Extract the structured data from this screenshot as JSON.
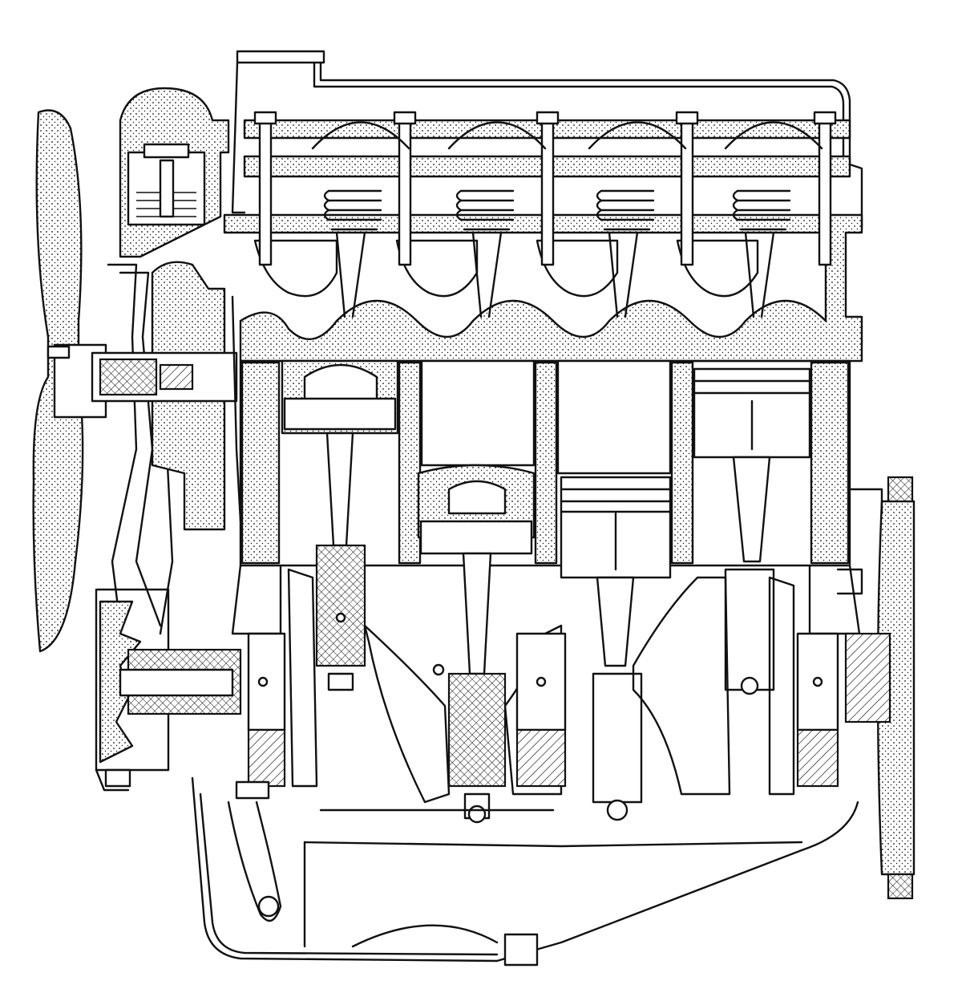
{
  "figure": {
    "kind": "engine-cutaway-line-drawing",
    "description_visible_text": "",
    "colors": {
      "ink": "#111111",
      "paper": "#ffffff"
    },
    "cylinders": 4,
    "valve_springs": 4,
    "crank_throws": 4,
    "main_bearings": 5
  }
}
